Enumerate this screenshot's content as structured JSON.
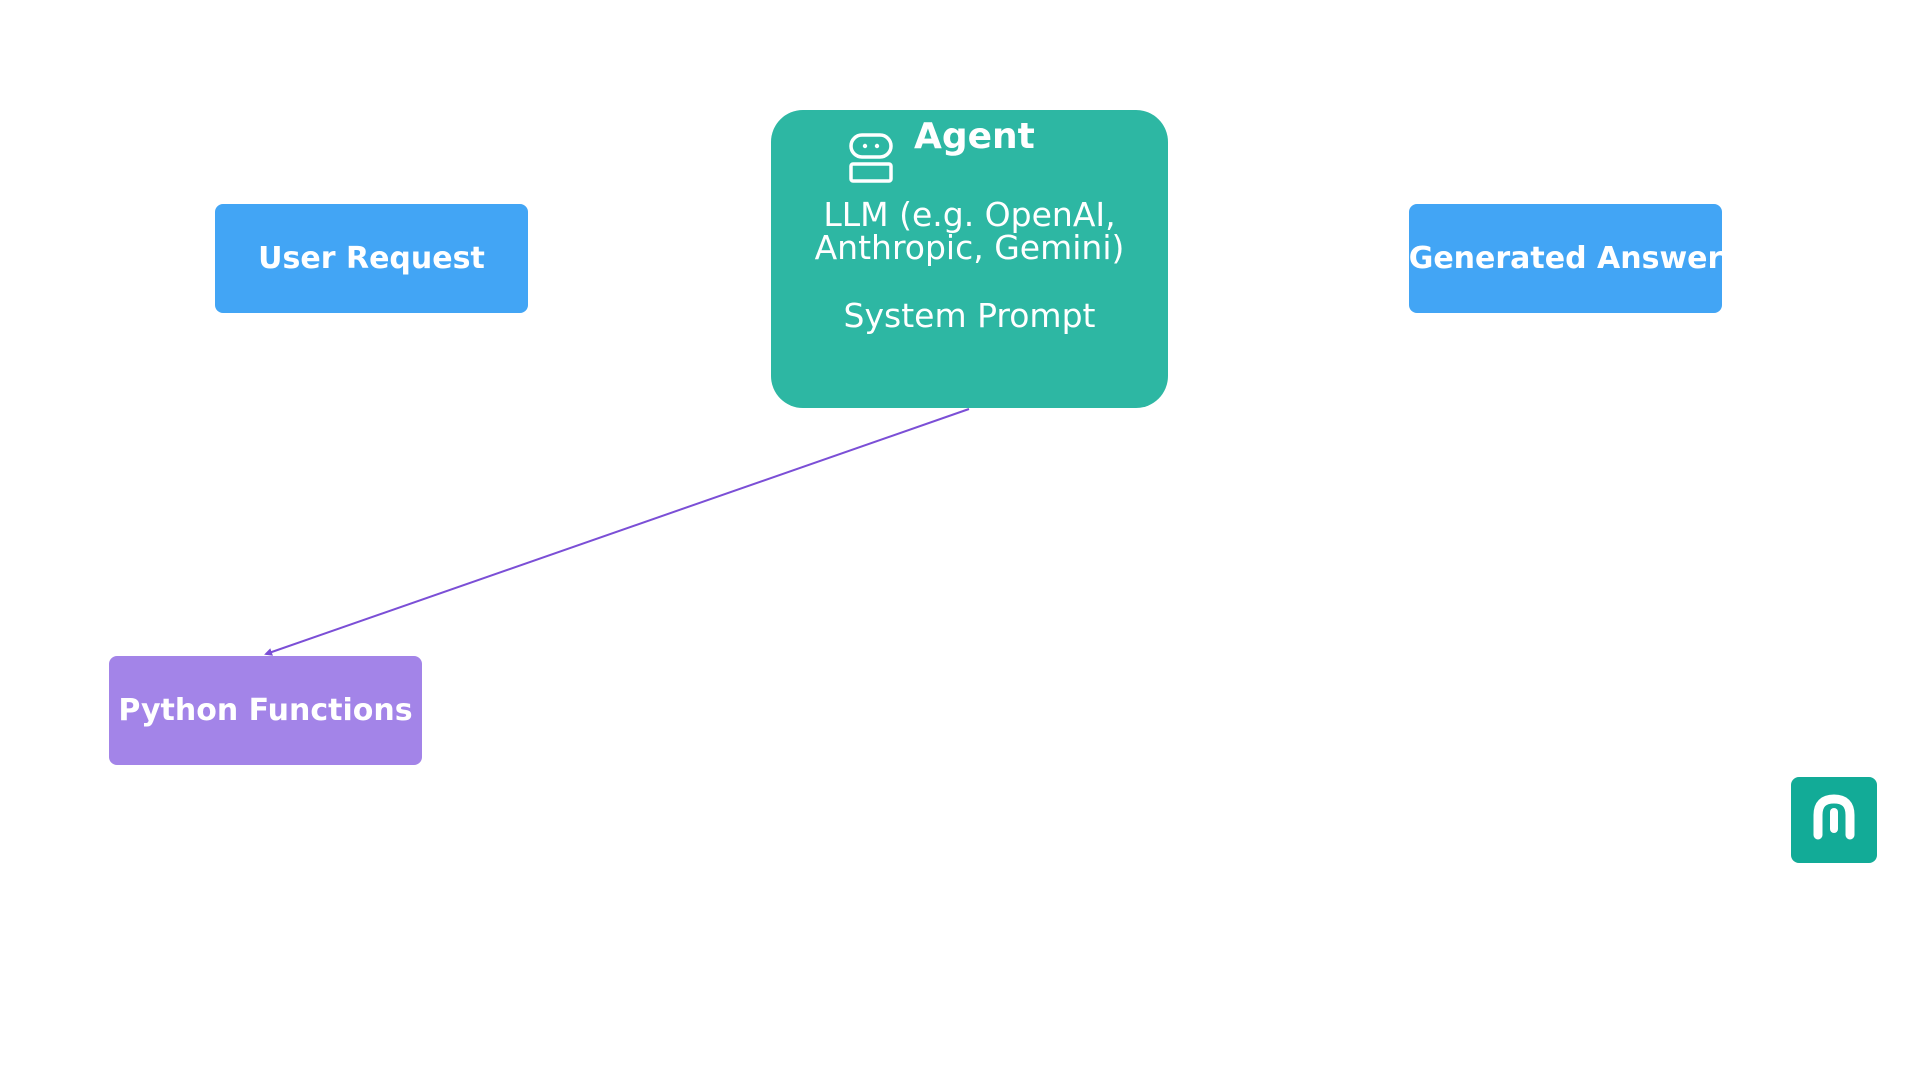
{
  "nodes": {
    "user_request": {
      "label": "User Request"
    },
    "generated_answer": {
      "label": "Generated Answer"
    },
    "python_functions": {
      "label": "Python Functions"
    },
    "agent": {
      "title": "Agent",
      "llm_line1": "LLM (e.g. OpenAI,",
      "llm_line2": "Anthropic, Gemini)",
      "system_prompt": "System Prompt",
      "icon": "robot-icon"
    }
  },
  "edges": [
    {
      "from": "agent",
      "to": "python_functions",
      "color": "#7b4fd6"
    }
  ],
  "colors": {
    "request_answer": "#42a5f5",
    "agent": "#2db7a3",
    "python": "#a384e8",
    "edge": "#7b4fd6",
    "logo": "#12ab97"
  },
  "logo": {
    "icon": "brand-logo-icon"
  }
}
